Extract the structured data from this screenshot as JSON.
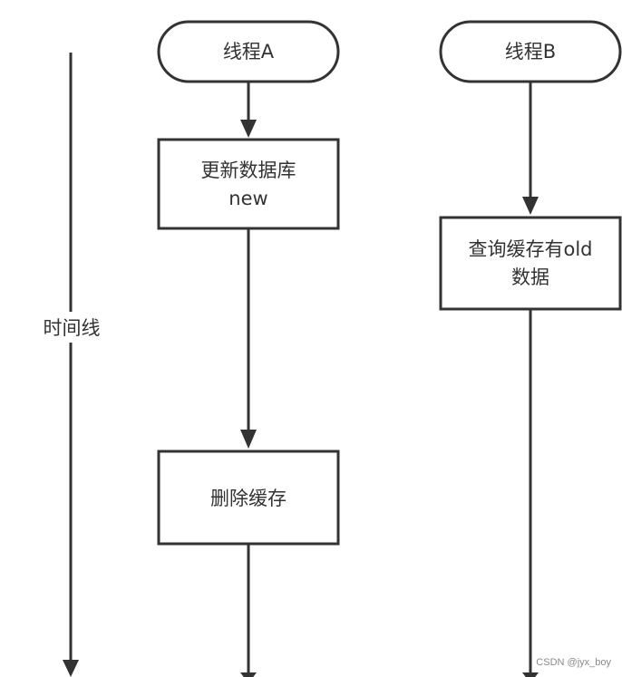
{
  "timeline": {
    "label": "时间线"
  },
  "thread_a": {
    "title": "线程A",
    "steps": [
      {
        "lines": [
          "更新数据库",
          "new"
        ]
      },
      {
        "lines": [
          "删除缓存"
        ]
      }
    ]
  },
  "thread_b": {
    "title": "线程B",
    "steps": [
      {
        "lines": [
          "查询缓存有old",
          "数据"
        ]
      }
    ]
  },
  "watermark": "CSDN @jyx_boy",
  "colors": {
    "stroke": "#333333",
    "text": "#333333",
    "background": "#ffffff"
  }
}
